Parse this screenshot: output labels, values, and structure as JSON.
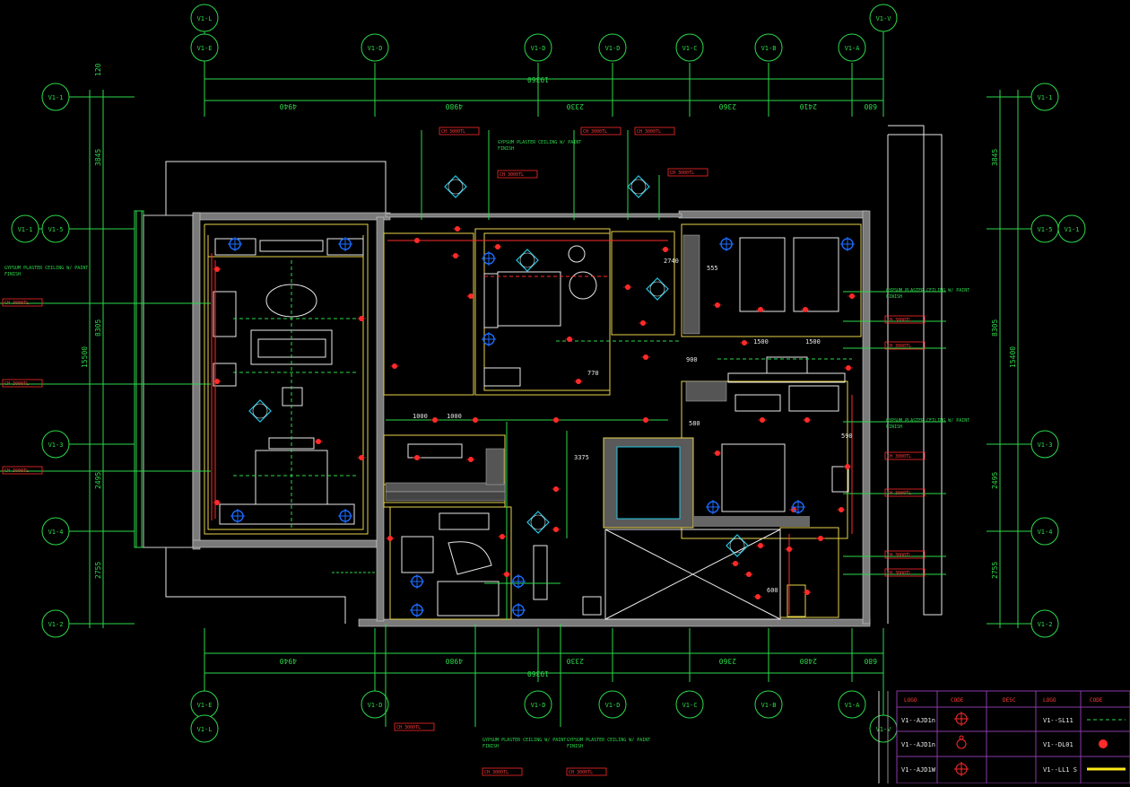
{
  "drawing": {
    "background": "#000000",
    "colors": {
      "grid": "#2bd94a",
      "wall": "#e8e8e8",
      "annotation": "#ff2a2a",
      "furniture": "#e8d24a",
      "symbol": "#22c8e6",
      "light": "#1a6cff"
    }
  },
  "grid_top_row1": [
    "V1-L",
    "V1-V"
  ],
  "grid_top_row2": [
    "V1-E",
    "V1-D",
    "V1-D",
    "V1-D",
    "V1-C",
    "V1-B",
    "V1-A"
  ],
  "grid_bottom_row1": [
    "V1-E",
    "V1-D",
    "V1-D",
    "V1-D",
    "V1-C",
    "V1-B",
    "V1-A"
  ],
  "grid_bottom_row2": [
    "V1-L",
    "V1-V"
  ],
  "grid_left": [
    "V1-1",
    "V1-5",
    "V1-3",
    "V1-4",
    "V1-2"
  ],
  "grid_left_outer": [
    "V1-1"
  ],
  "grid_right": [
    "V1-1",
    "V1-5",
    "V1-3",
    "V1-4",
    "V1-2"
  ],
  "grid_right_outer": [
    "V1-1"
  ],
  "dims_top": {
    "overall": "19360",
    "segments": [
      "4940",
      "4980",
      "2330",
      "2360",
      "2410",
      "680"
    ]
  },
  "dims_bottom": {
    "overall": "19360",
    "segments": [
      "4940",
      "4980",
      "2330",
      "2360",
      "2480",
      "680"
    ]
  },
  "dims_left": {
    "overall": "15500",
    "segments": [
      "120",
      "3845",
      "8305",
      "2495",
      "2755"
    ]
  },
  "dims_right": {
    "overall": "15400",
    "segments": [
      "3845",
      "8305",
      "2495",
      "2755"
    ]
  },
  "legend": {
    "headers": [
      "LOGO",
      "CODE",
      "DESC",
      "LOGO",
      "CODE"
    ],
    "rows": [
      {
        "code": "V1--AJD1n",
        "code2": "V1--SL11"
      },
      {
        "code": "V1--AJD1n",
        "code2": "V1--DL01"
      },
      {
        "code": "V1--AJD1W",
        "code2": "V1--LL1 S"
      }
    ]
  },
  "notes": {
    "ceiling_spec": "GYPSUM PLASTER CEILING W/ PAINT",
    "finish": "FINISH",
    "tag_code": "CH 3000TL"
  },
  "inner_dims": [
    "1000",
    "1000",
    "1500",
    "1500",
    "3375",
    "770",
    "2740",
    "900",
    "580",
    "600",
    "555",
    "590"
  ]
}
